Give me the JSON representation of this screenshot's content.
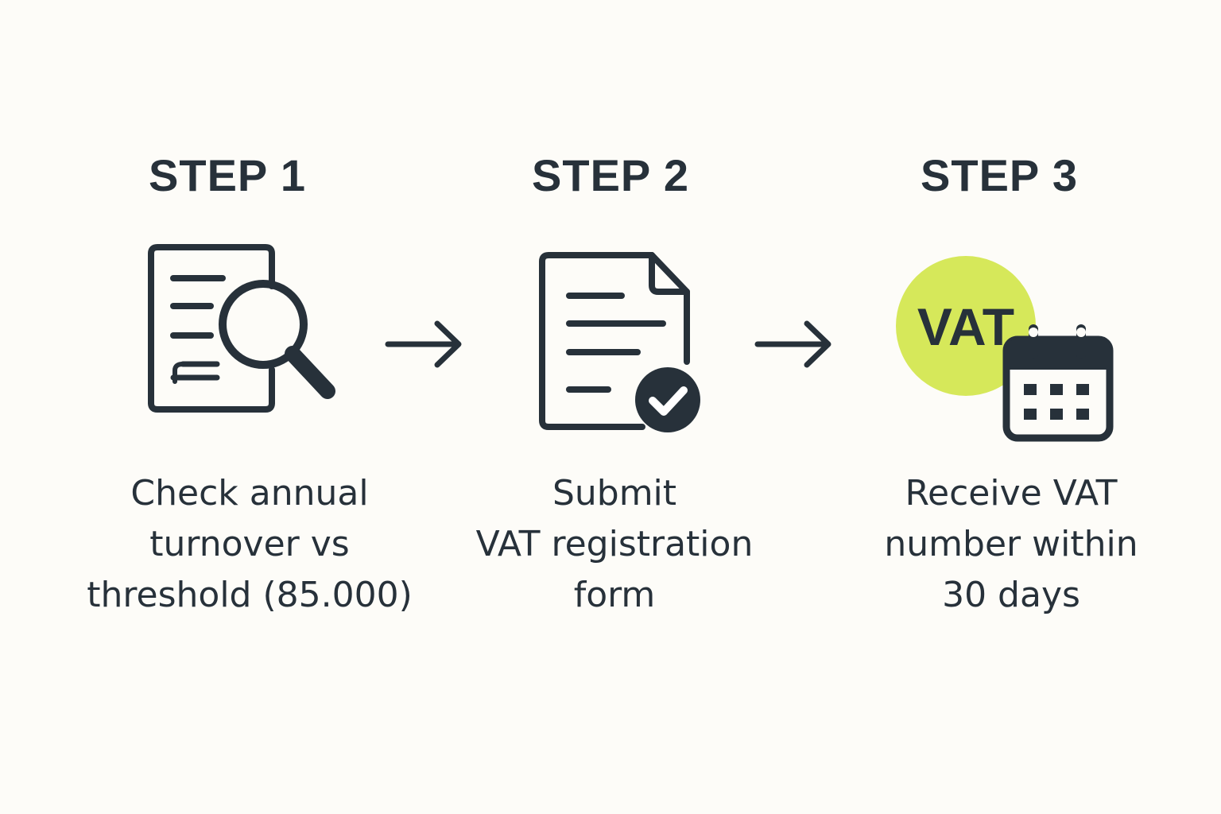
{
  "steps": [
    {
      "title": "STEP 1",
      "description": [
        "Check annual",
        "turnover vs",
        "threshold (85.000)"
      ],
      "icon": "document-search-icon"
    },
    {
      "title": "STEP 2",
      "description": [
        "Submit",
        "VAT registration",
        "form"
      ],
      "icon": "document-check-icon"
    },
    {
      "title": "STEP 3",
      "description": [
        "Receive VAT",
        "number within",
        "30 days"
      ],
      "icon": "vat-calendar-icon",
      "badge_text": "VAT"
    }
  ],
  "arrows": [
    "arrow-right-icon",
    "arrow-right-icon"
  ],
  "colors": {
    "background": "#fdfcf8",
    "ink": "#27313a",
    "accent": "#d6e85a"
  }
}
